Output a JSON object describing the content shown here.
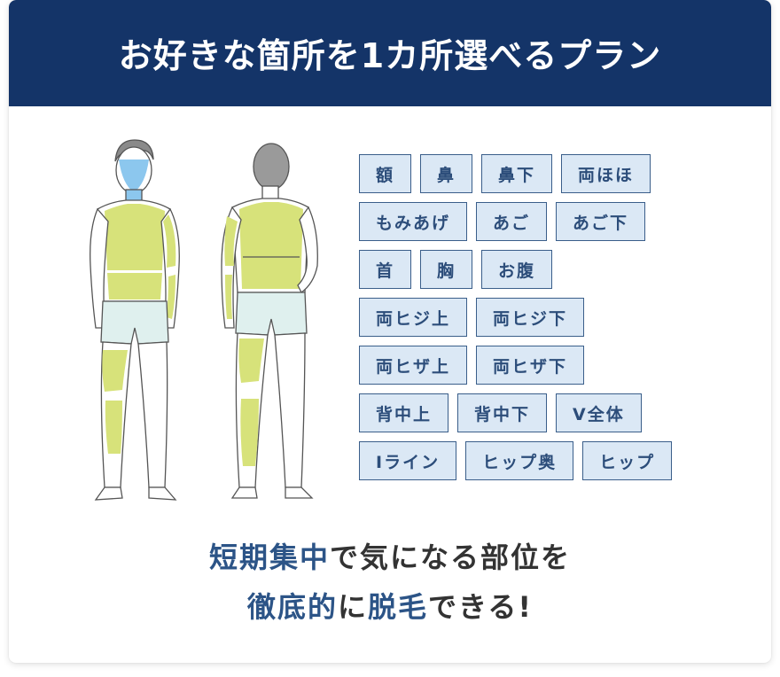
{
  "header": {
    "title": "お好きな箇所を1カ所選べるプラン"
  },
  "parts": [
    [
      "額",
      "鼻",
      "鼻下",
      "両ほほ"
    ],
    [
      "もみあげ",
      "あご",
      "あご下"
    ],
    [
      "首",
      "胸",
      "お腹"
    ],
    [
      "両ヒジ上",
      "両ヒジ下"
    ],
    [
      "両ヒザ上",
      "両ヒザ下"
    ],
    [
      "背中上",
      "背中下",
      "V全体"
    ],
    [
      "Iライン",
      "ヒップ奥",
      "ヒップ"
    ]
  ],
  "tagline": {
    "line1_em": "短期集中",
    "line1_rest": "で気になる部位を",
    "line2_em1": "徹底的",
    "line2_mid": "に",
    "line2_em2": "脱毛",
    "line2_rest": "できる!"
  },
  "colors": {
    "header_bg": "#143468",
    "chip_bg": "#dbe8f5",
    "chip_border": "#3a5e8a",
    "highlight_body": "#d7e27a",
    "highlight_face": "#8cc7ee",
    "shorts": "#dff0ee"
  }
}
